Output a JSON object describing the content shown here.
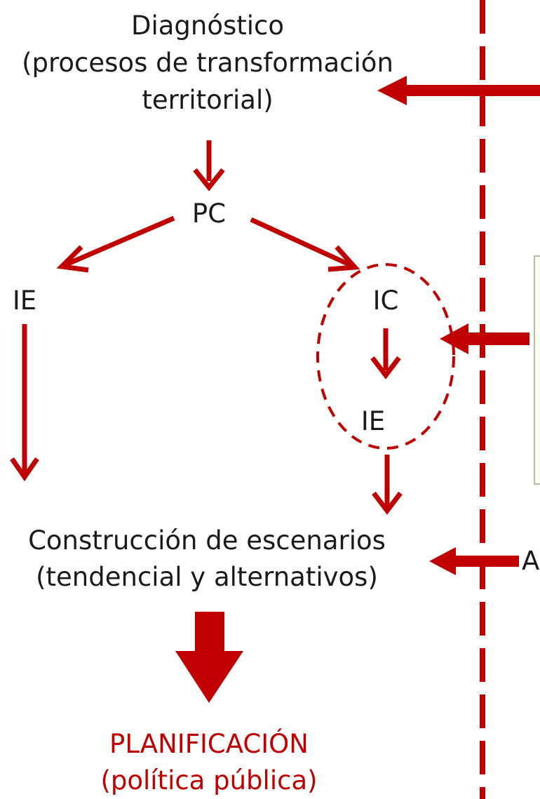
{
  "nodes": {
    "diagnostico": {
      "line1": "Diagnóstico",
      "line2": "(procesos de transformación",
      "line3": "territorial)"
    },
    "pc": "PC",
    "ie_left": "IE",
    "ic": "IC",
    "ie_right": "IE",
    "escenarios": {
      "line1": "Construcción de escenarios",
      "line2": "(tendencial y alternativos)"
    },
    "planificacion": {
      "line1": "PLANIFICACIÓN",
      "line2": "(política pública)"
    },
    "cut_letter": "A"
  },
  "colors": {
    "arrow": "#c00000",
    "text": "#1a1a1a",
    "highlight_text": "#c00000",
    "inset_border": "#b8b8a8",
    "inset_fill": "#fffff0"
  }
}
